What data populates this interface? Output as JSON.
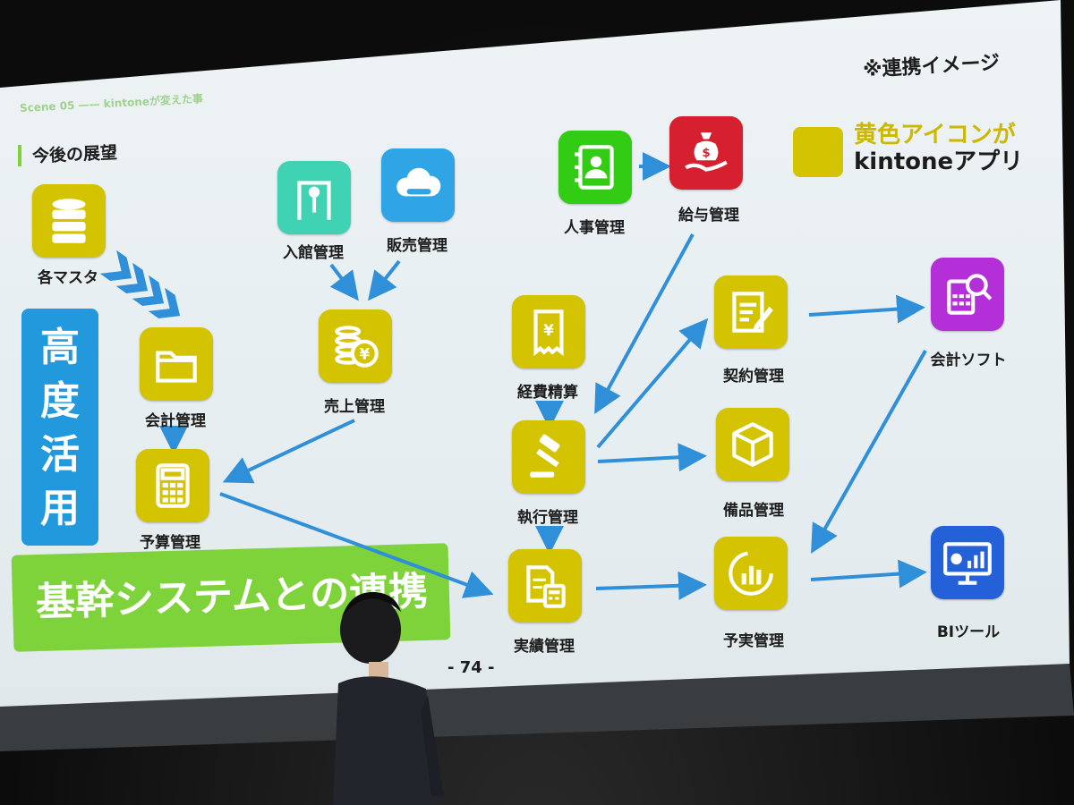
{
  "slide": {
    "header_left": "Scene 05 —— kintoneが変えた事",
    "section_title": "今後の展望",
    "note": "※連携イメージ",
    "legend": {
      "line1": "黄色アイコンが",
      "line2": "kintoneアプリ"
    },
    "koudo_chars": [
      "高",
      "度",
      "活",
      "用"
    ],
    "kikan_banner": "基幹システムとの連携",
    "page_number": "- 74 -"
  },
  "apps": [
    {
      "id": "kaku-masuta",
      "label": "各マスタ",
      "icon": "database-icon"
    },
    {
      "id": "kaikei-kanri",
      "label": "会計管理",
      "icon": "folder-icon"
    },
    {
      "id": "yosan-kanri",
      "label": "予算管理",
      "icon": "calculator-icon"
    },
    {
      "id": "nyukan-kanri",
      "label": "入館管理",
      "icon": "gate-icon"
    },
    {
      "id": "hanbai-kanri",
      "label": "販売管理",
      "icon": "cloud-icon"
    },
    {
      "id": "uriage-kanri",
      "label": "売上管理",
      "icon": "coins-icon"
    },
    {
      "id": "jinji-kanri",
      "label": "人事管理",
      "icon": "contact-book-icon"
    },
    {
      "id": "kyuyo-kanri",
      "label": "給与管理",
      "icon": "money-bag-icon"
    },
    {
      "id": "keihi-seisan",
      "label": "経費精算",
      "icon": "receipt-icon"
    },
    {
      "id": "shikko-kanri",
      "label": "執行管理",
      "icon": "gavel-icon"
    },
    {
      "id": "jisseki-kanri",
      "label": "実績管理",
      "icon": "documents-icon"
    },
    {
      "id": "keiyaku-kanri",
      "label": "契約管理",
      "icon": "contract-icon"
    },
    {
      "id": "bihin-kanri",
      "label": "備品管理",
      "icon": "box-icon"
    },
    {
      "id": "yojitsu-kanri",
      "label": "予実管理",
      "icon": "chart-icon"
    },
    {
      "id": "kaikei-soft",
      "label": "会計ソフト",
      "icon": "search-calculator-icon"
    },
    {
      "id": "bi-tool",
      "label": "BIツール",
      "icon": "monitor-chart-icon"
    }
  ],
  "colors": {
    "kintone_yellow": "#d4c300",
    "arrow_blue": "#2f8fd8",
    "koudo_blue": "#2299dd",
    "kikan_green": "#7ed33a"
  }
}
